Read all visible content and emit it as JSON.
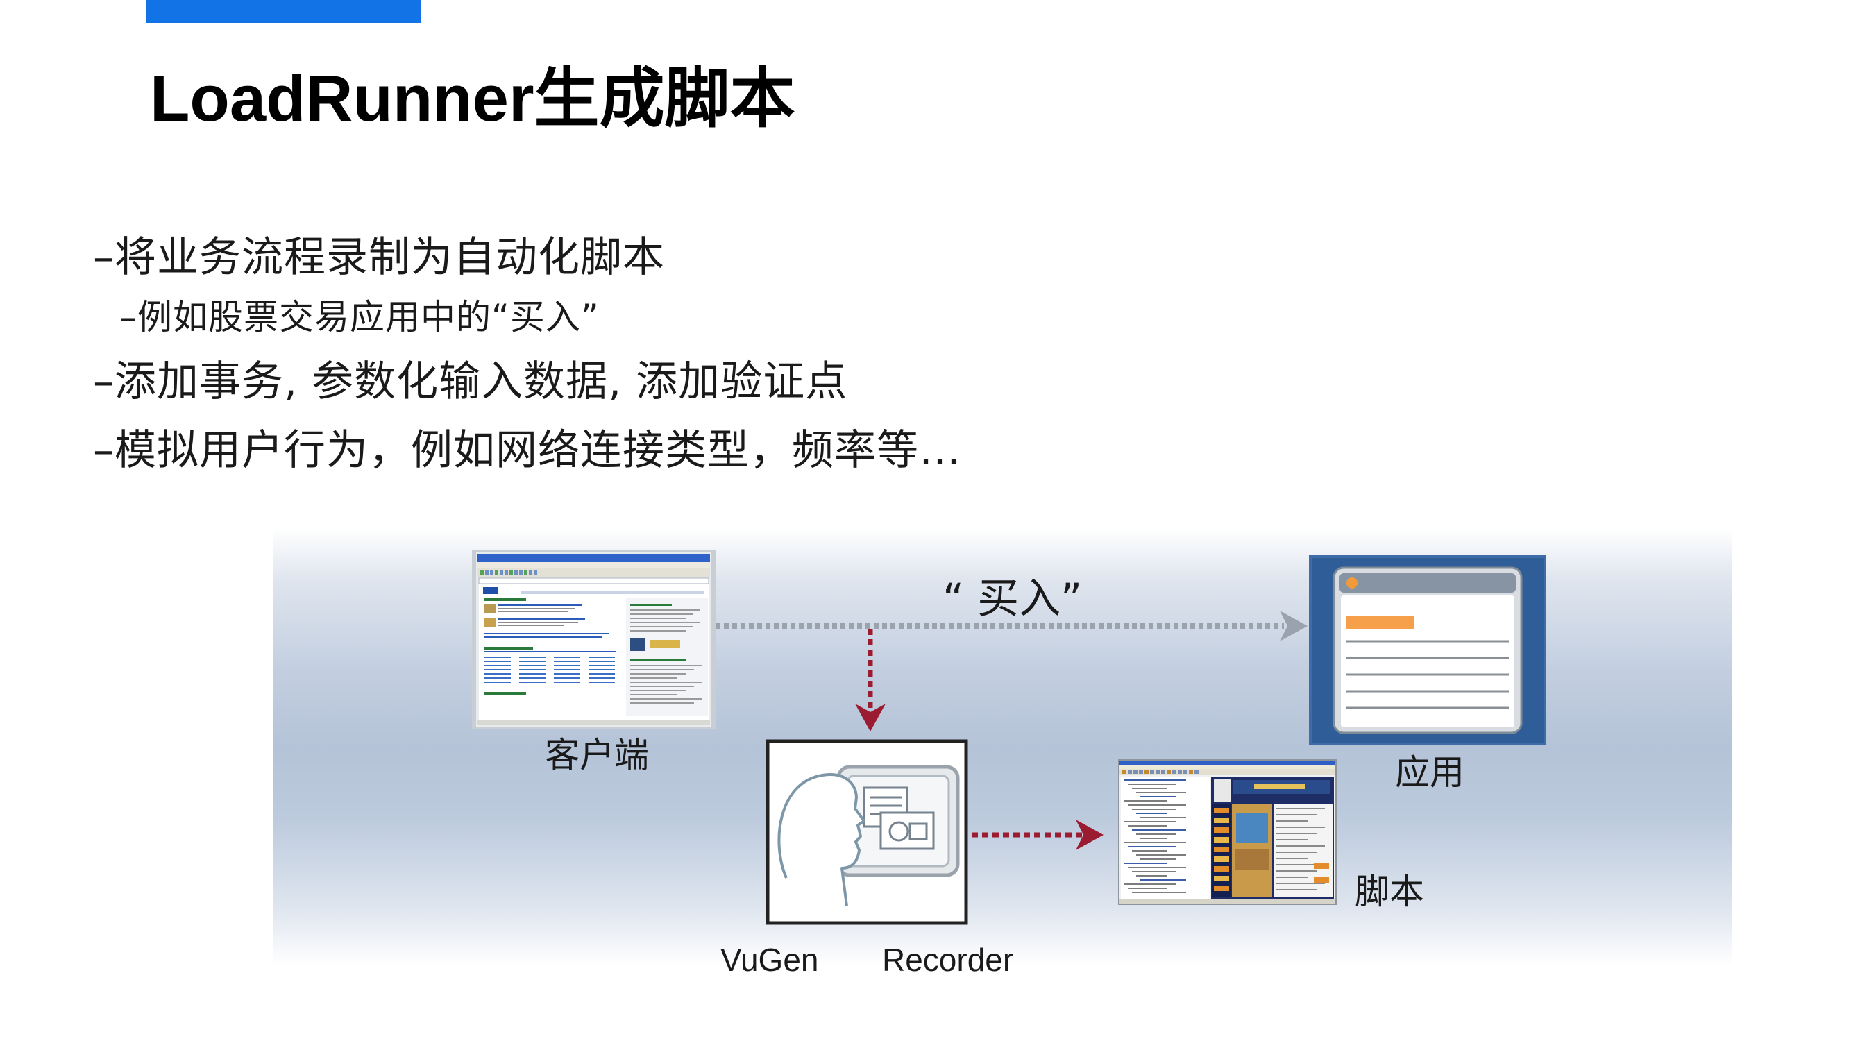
{
  "slide": {
    "title": "LoadRunner生成脚本",
    "bullets": [
      {
        "text": "–将业务流程录制为自动化脚本",
        "level": 1
      },
      {
        "text": "–例如股票交易应用中的“买入”",
        "level": 2
      },
      {
        "text": "–添加事务, 参数化输入数据, 添加验证点",
        "level": 1
      },
      {
        "text": "–模拟用户行为，例如网络连接类型，频率等…",
        "level": 1
      }
    ]
  },
  "diagram": {
    "client_label": "客户端",
    "action_label": "“ 买入”",
    "app_label": "应用",
    "script_label": "脚本",
    "vugen_label": "VuGen",
    "recorder_label": "Recorder",
    "icons": {
      "client": "browser-screenshot",
      "app": "application-window-icon",
      "recorder": "vugen-recorder-icon",
      "script": "script-editor-screenshot"
    }
  },
  "colors": {
    "accent": "#1273e6",
    "arrow_gray": "#9aa3ad",
    "arrow_red": "#9b1b30",
    "app_background": "#2f5d98"
  }
}
